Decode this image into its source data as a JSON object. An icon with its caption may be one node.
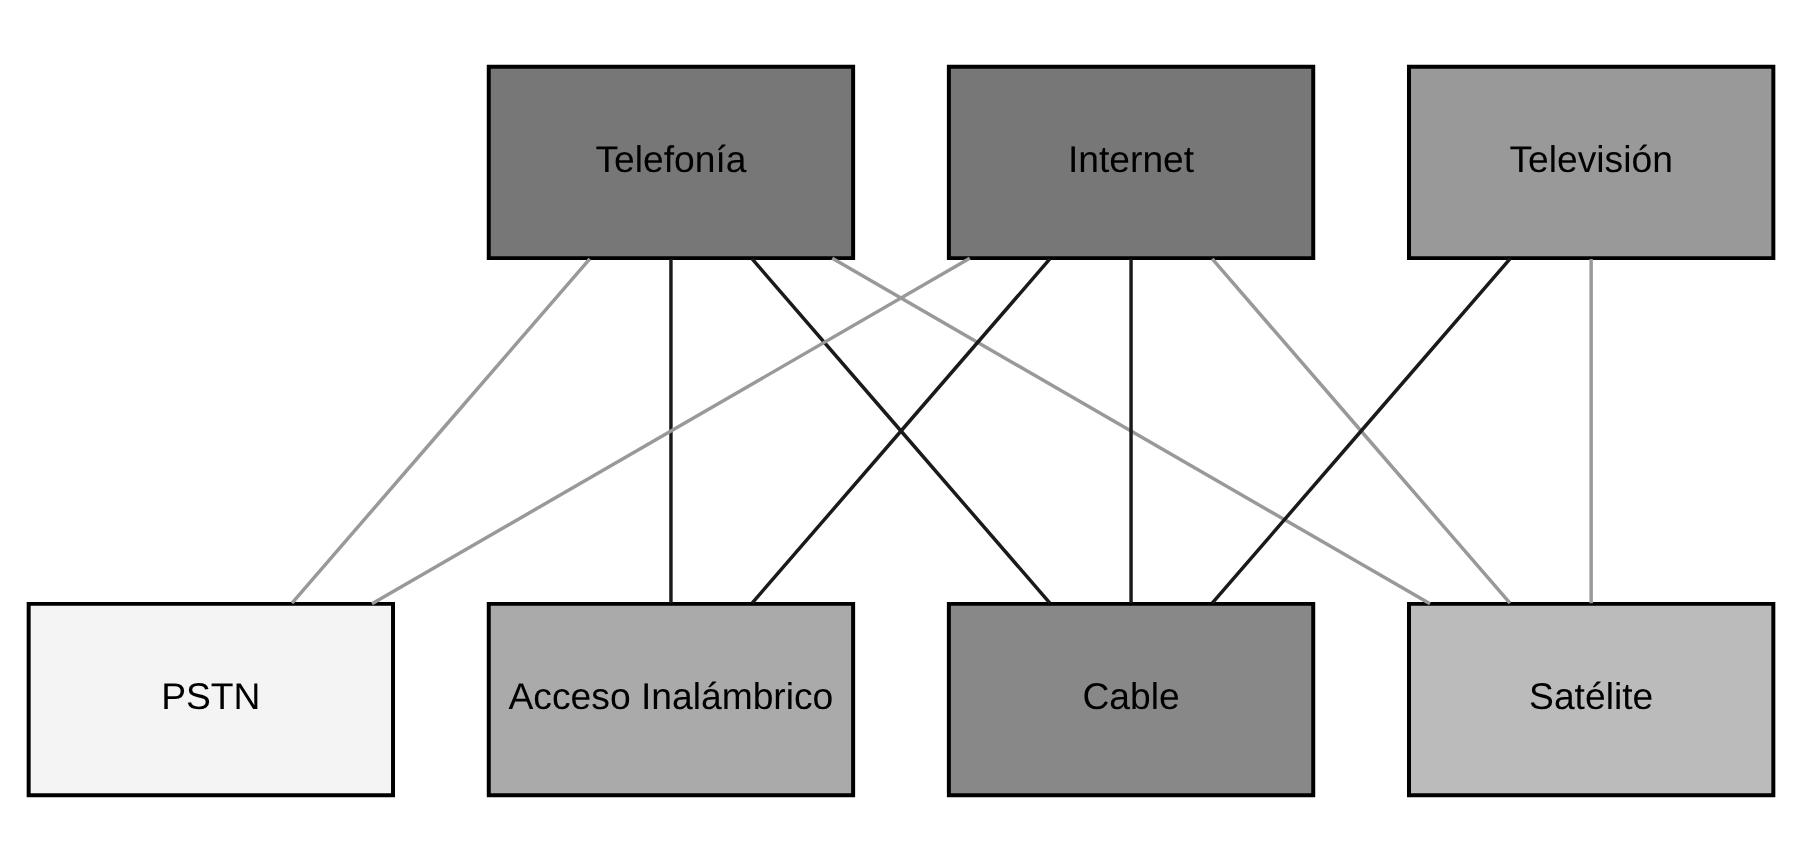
{
  "diagram": {
    "nodes": [
      {
        "text": [
          "Telefonía"
        ]
      },
      {
        "text": [
          "Internet"
        ]
      },
      {
        "text": [
          "Televisión"
        ]
      },
      {
        "text": [
          "PSTN"
        ]
      },
      {
        "text": [
          "Acceso Inalámbrico"
        ]
      },
      {
        "text": [
          "Cable"
        ]
      },
      {
        "text": [
          "Satélite"
        ]
      }
    ],
    "edges": [
      {
        "from": 0,
        "to": 3,
        "arrow": "none"
      },
      {
        "from": 0,
        "to": 4,
        "arrow": "none",
        "color": "#1a1a1a"
      },
      {
        "from": 0,
        "to": 5,
        "arrow": "none",
        "color": "#1a1a1a"
      },
      {
        "from": 0,
        "to": 6,
        "arrow": "none"
      },
      {
        "from": 1,
        "to": 3,
        "arrow": "none"
      },
      {
        "from": 1,
        "to": 4,
        "arrow": "none",
        "color": "#1a1a1a"
      },
      {
        "from": 1,
        "to": 5,
        "arrow": "none",
        "color": "#1a1a1a"
      },
      {
        "from": 1,
        "to": 6,
        "arrow": "none"
      },
      {
        "from": 2,
        "to": 5,
        "arrow": "none",
        "color": "#1a1a1a"
      },
      {
        "from": 2,
        "to": 6,
        "arrow": "none"
      }
    ]
  }
}
